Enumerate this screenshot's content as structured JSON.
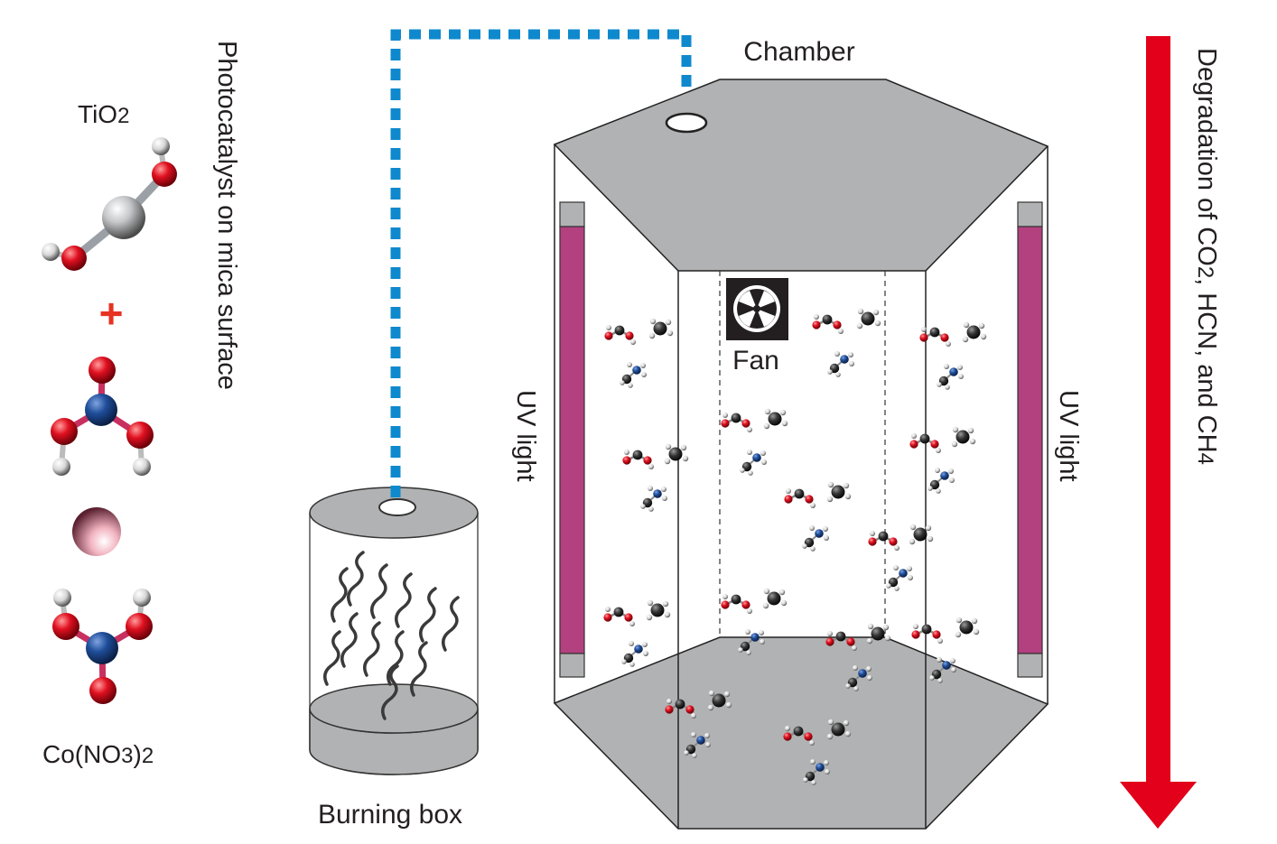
{
  "labels": {
    "tio2_main": "TiO",
    "tio2_sub": "2",
    "plus": "+",
    "cono3_a": "Co(NO",
    "cono3_b": "3",
    "cono3_c ": ")",
    "cono3_d": "2",
    "photocatalyst": "Photocatalyst on mica surface",
    "burning_box": "Burning box",
    "chamber": "Chamber",
    "fan": "Fan",
    "uv_left": "UV light",
    "uv_right": "UV light",
    "degradation_a": "Degradation of CO",
    "degradation_b": "2",
    "degradation_c": ", HCN, and CH",
    "degradation_d": "4"
  },
  "colors": {
    "chamber_gray": "#b1b2b3",
    "uv_magenta": "#b3407f",
    "pipe_blue": "#0f89cd",
    "arrow_red": "#e2001a",
    "oxygen_red": "#e01020",
    "nitrogen_blue": "#1f4e9a",
    "hydrogen_white": "#ffffff",
    "carbon_dark": "#333333",
    "cobalt_pink": "#e8a4b4"
  },
  "icons": [
    "fan-icon",
    "smoke-icon",
    "molecule-icon",
    "uv-lamp-icon",
    "down-arrow-icon"
  ]
}
